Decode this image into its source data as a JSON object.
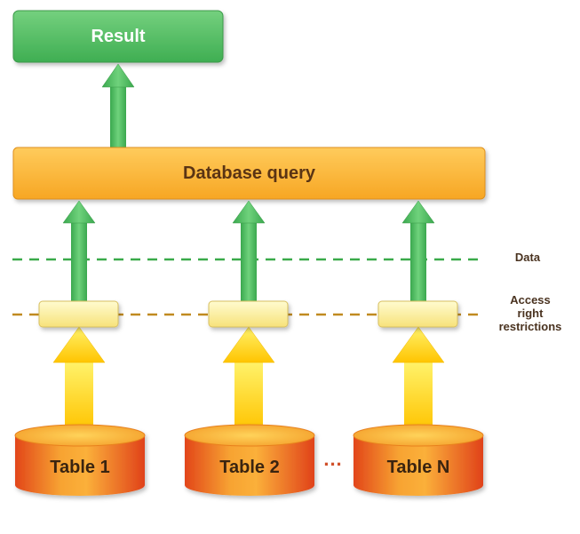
{
  "result": {
    "label": "Result"
  },
  "query": {
    "label": "Database query"
  },
  "legend": {
    "data": "Data",
    "access": "Access\nright\nrestrictions"
  },
  "tables": [
    {
      "label": "Table 1"
    },
    {
      "label": "Table 2"
    },
    {
      "label": "Table N"
    }
  ],
  "ellipsis": "...",
  "colors": {
    "result_green": "#5cbf68",
    "arrow_green": "#4cb85a",
    "query_orange": "#fbb23a",
    "filter_yellow": "#fff0a0",
    "arrow_yellow": "#ffd800",
    "table_orange": "#f07a1e",
    "data_line": "#3aaa4a",
    "access_line": "#c08a20"
  }
}
